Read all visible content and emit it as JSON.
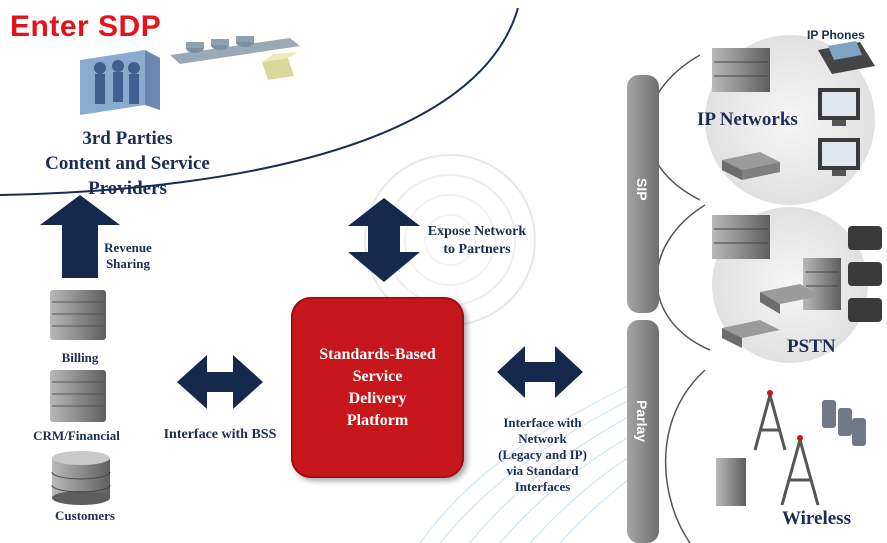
{
  "title": "Enter SDP",
  "third_parties": {
    "line1": "3rd Parties",
    "line2": "Content and Service",
    "line3": "Providers"
  },
  "revenue": {
    "line1": "Revenue",
    "line2": "Sharing"
  },
  "expose": {
    "line1": "Expose Network",
    "line2": "to Partners"
  },
  "sdp": {
    "line1": "Standards-Based",
    "line2": "Service",
    "line3": "Delivery",
    "line4": "Platform"
  },
  "bss": {
    "billing": "Billing",
    "crm": "CRM/Financial",
    "customers": "Customers",
    "interface": "Interface with BSS"
  },
  "network_interface": {
    "line1": "Interface with",
    "line2": "Network",
    "line3": "(Legacy and IP)",
    "line4": "via Standard",
    "line5": "Interfaces"
  },
  "bars": {
    "sip": "SIP",
    "parlay": "Parlay"
  },
  "networks": {
    "ip_phones": "IP Phones",
    "ip_networks": "IP Networks",
    "pstn": "PSTN",
    "wireless": "Wireless"
  },
  "colors": {
    "title_red": "#e3121b",
    "sdp_red": "#c8161d",
    "arrow_navy": "#15294d",
    "bar_gray": "#8a8a8a",
    "text_navy": "#1a2e55"
  }
}
